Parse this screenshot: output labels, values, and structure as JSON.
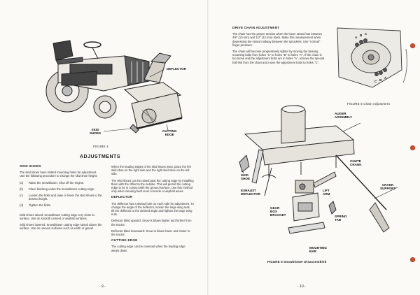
{
  "left_page": {
    "figure4": {
      "callouts": {
        "deflector": "DEFLECTOR",
        "skid_shoes": "SKID\nSHOES",
        "cutting_edge": "CUTTING\nEDGE"
      },
      "caption": "FIGURE 4"
    },
    "section_title": "ADJUSTMENTS",
    "col1": {
      "heading": "SKID SHOES",
      "intro": "The skid shoes have slotted mounting holes for adjustment. Use the following procedure to change the skid shoe height:",
      "steps": [
        {
          "label": "(a)",
          "text": "Raise the snowblower. Shut off the engine."
        },
        {
          "label": "(b)",
          "text": "Place blocking under the snowblower cutting edge."
        },
        {
          "label": "(c)",
          "text": "Loosen the bolts and raise or lower the skid shoes to the desired height."
        },
        {
          "label": "(d)",
          "text": "Tighten the bolts."
        }
      ],
      "note1": "Skid shoes raised: Snowblower cutting edge very close to surface. Use on smooth cement or asphalt surfaces.",
      "note2": "Skid shoes lowered: Snowblower cutting edge raised above the surface. Use on uneven surfaces such as earth or gravel."
    },
    "col2": {
      "p1": "When the leading edges of the skid shoes wear, place the left skid shoe on the right side and the right skid shoe on the left side.",
      "p2": "The skid shoes can be raised past the cutting edge by installing them with the offset to the outside. This will permit the cutting edge to be in contact with the ground surface. Use this method only when clearing hard level concrete or asphalt areas.",
      "heading1": "DEFLECTOR",
      "p3": "The deflector has a slotted hole on each side for adjustment. To change the angle of the deflector, loosen the large wing nuts, tilt the deflector to the desired angle and tighten the large wing nuts.",
      "p4": "Deflector tilted upward: Snow is blown higher and further from the tractor.",
      "p5": "Deflector tilted downward: Snow is blown lower and closer to the tractor.",
      "heading2": "CUTTING EDGE",
      "p6": "The cutting edge can be reversed when the leading edge wears down."
    },
    "page_number": "- 9 -"
  },
  "right_page": {
    "drive_chain": {
      "heading": "DRIVE CHAIN ADJUSTMENT",
      "p1": "The chain has the proper tension when the lower strand has between 3/8\" (10 mm) and 1/2\" (12 mm) slack. Make this measurement when depressing the strand midway between the sprockets. Use \"normal\" finger pressure.",
      "p2": "The chain will become progressively tighter by moving the bearing mounting bolts from holes \"C\" to holes \"B\" to holes \"A\". If the chain is too loose and the adjustment bolts are in holes \"A\", remove the special half link from the chain and move the adjustment bolts to holes \"C\"."
    },
    "figure5": {
      "hole_labels": [
        "A",
        "B",
        "C",
        "C",
        "B",
        "A"
      ],
      "caption": "FIGURE 5  Chain Adjustment"
    },
    "figure6": {
      "callouts": {
        "auger_assembly": "AUGER\nASSEMBLY",
        "chute_crank": "CHUTE\nCRANK",
        "crank_support": "CRANK\nSUPPORT",
        "skid_shoe": "SKID\nSHOE",
        "exhaust_deflector": "EXHAUST\nDEFLECTOR",
        "lift_arm": "LIFT\nARM",
        "gear_box_bracket": "GEAR\nBOX\nBRACKET",
        "spring_tab": "SPRING\nTAB",
        "mounting_bar": "MOUNTING\nBAR"
      },
      "caption": "FIGURE 6 Snowblower Disassembled"
    },
    "page_number": "- 10 -"
  }
}
